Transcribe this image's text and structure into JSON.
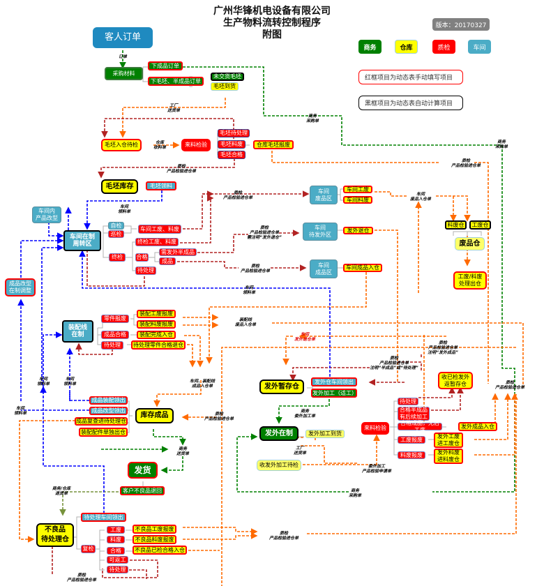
{
  "header": {
    "title": "广州华锋机电设备有限公司\n生产物料流转控制程序\n附图",
    "version": "版本：20170327"
  },
  "legend": {
    "items": [
      {
        "label": "商务",
        "color": "#008000"
      },
      {
        "label": "仓库",
        "color": "#ffff00"
      },
      {
        "label": "质检",
        "color": "#ff0000"
      },
      {
        "label": "车间",
        "color": "#4bacc6"
      }
    ],
    "note_red": "红框项目为动态表手动填写项目",
    "note_black": "黑框项目为动态表自动计算项目"
  },
  "colors": {
    "business": "#008000",
    "warehouse": "#ffff00",
    "qc": "#ff0000",
    "workshop": "#4bacc6",
    "flow_orange": "#ff6a00",
    "flow_darkred": "#b22222",
    "flow_blue": "#0000ff",
    "flow_green": "#008000",
    "flow_olive": "#77933c"
  },
  "nodes": {
    "customer_order": "客人订单",
    "purchase": "采购材料",
    "order_finished": "下成品订单",
    "order_blank": "下毛坯、半成品订单",
    "blank_undelivered": "未交货毛坯",
    "blank_arrived": "毛坯到货",
    "blank_pending_check": "毛坯入仓待检",
    "incoming_check": "来料检验",
    "blank_pending_process": "毛坯待处理",
    "blank_scrap": "毛坯料废",
    "blank_ok": "毛坯合格",
    "wh_blank_scrap": "仓库毛坯报废",
    "blank_stock": "毛坯库存",
    "blank_pick": "毛坯领料",
    "ws_model_change": "车间内\n产品改型",
    "ws_wip": "车间在制\n周转区",
    "self_check": "自检",
    "patrol_check": "巡检",
    "final_check": "终检",
    "ws_scrap": "车间工废、料废",
    "final_scrap": "终检工废、料废",
    "qualified": "合格",
    "need_outsource_semi": "需发外半成品",
    "finished": "成品",
    "pending": "待处理",
    "ws_scrap_area": "车间\n废品区",
    "ws_work_scrap": "车间工废",
    "ws_mat_scrap": "车间料废",
    "ws_outsource_area": "车间\n待发外区",
    "outsource_return": "发外退仓",
    "ws_finished_area": "车间\n成品区",
    "ws_finished_in": "车间成品入仓",
    "mat_scrap_wh": "料废仓",
    "work_scrap_wh": "工废仓",
    "scrap_wh": "废品仓",
    "scrap_out": "工废/料废\n处理出仓",
    "model_adjust": "成品改型\n在制调整",
    "assembly_wip": "装配线\n在制",
    "part_scrap": "零件报废",
    "product_ok": "成品合格",
    "asm_pending": "待处理",
    "asm_work_scrap": "装配工废报废",
    "asm_mat_scrap": "装配料废报废",
    "asm_done_in": "装配完成入仓",
    "pending_part_ok_return": "待处理零件合格退仓",
    "outsource_temp": "发外暂存仓",
    "out_ws_pick": "发外仓车间领出",
    "outsource_process": "发外加工（适工）",
    "stock_finished": "库存成品",
    "fin_asm_pick": "成品装配领出",
    "fin_model_pick": "成品改型领出",
    "fin_recheck": "成品复查进待处理仓",
    "asm_parts_out": "装配配件单独出仓",
    "outsource_wip": "发外在制",
    "outsource_arrived": "发外加工到货",
    "recv_out_pending": "收发外加工待检",
    "incoming_check2": "来料检验",
    "recv_checked_temp": "收已检发外\n返暂存仓",
    "o_pending": "待处理",
    "o_semi_ok": "合格半成品\n有后续加工",
    "o_fin_ok": "合格成品，无后工序",
    "o_work_scrap": "工废报废",
    "o_mat_scrap": "料废报废",
    "o_fin_in": "发外成品入仓",
    "o_work_scrap_in": "发外工废\n进工废仓",
    "o_mat_scrap_in": "发外料废\n进料废仓",
    "ship": "发货",
    "cust_return": "客户不良品退回",
    "defect_wh": "不良品\n待处理仓",
    "pending_ws_pick": "待处理车间领出",
    "recheck": "复检",
    "r_work_scrap": "工废",
    "r_mat_scrap": "料废",
    "r_ok": "合格",
    "r_rework": "可返工",
    "r_pending": "待处理",
    "d_work_scrap": "不良品工废报废",
    "d_mat_scrap": "不良品料废报废",
    "d_ok_in": "不良品已检合格入仓"
  },
  "labels": {
    "order": "订单",
    "factory_delivery": "工厂\n送货单",
    "wh_receipt": "仓库\n收料单",
    "biz_purchase": "商务\n采购单",
    "qc_in": "质检\n产品检验进仓单",
    "ws_pick": "车间\n领料单",
    "ws_scrap_in": "车间\n废品入仓单",
    "qc_in_outsource": "质检\n产品检验进仓单\n需注明“发外退仓”",
    "asm_scrap_in": "装配线\n废品入仓单",
    "ws_return": "车间\n发外退仓单",
    "ws_asm_fin_in": "车间、装配线\n成品入仓单",
    "qc_in_semi": "质检\n产品检验进仓单\n注明“半成品”或“待处理”",
    "qc_in_fin": "质检\n产品检验进仓单\n注明“发外成品”",
    "biz_outsource": "商务\n委外加工单",
    "biz_delivery": "商务\n送货单",
    "biz_wh_return": "商务/仓库\n退货单",
    "out_qc_apply": "委外加工\n产品检验申请单"
  }
}
